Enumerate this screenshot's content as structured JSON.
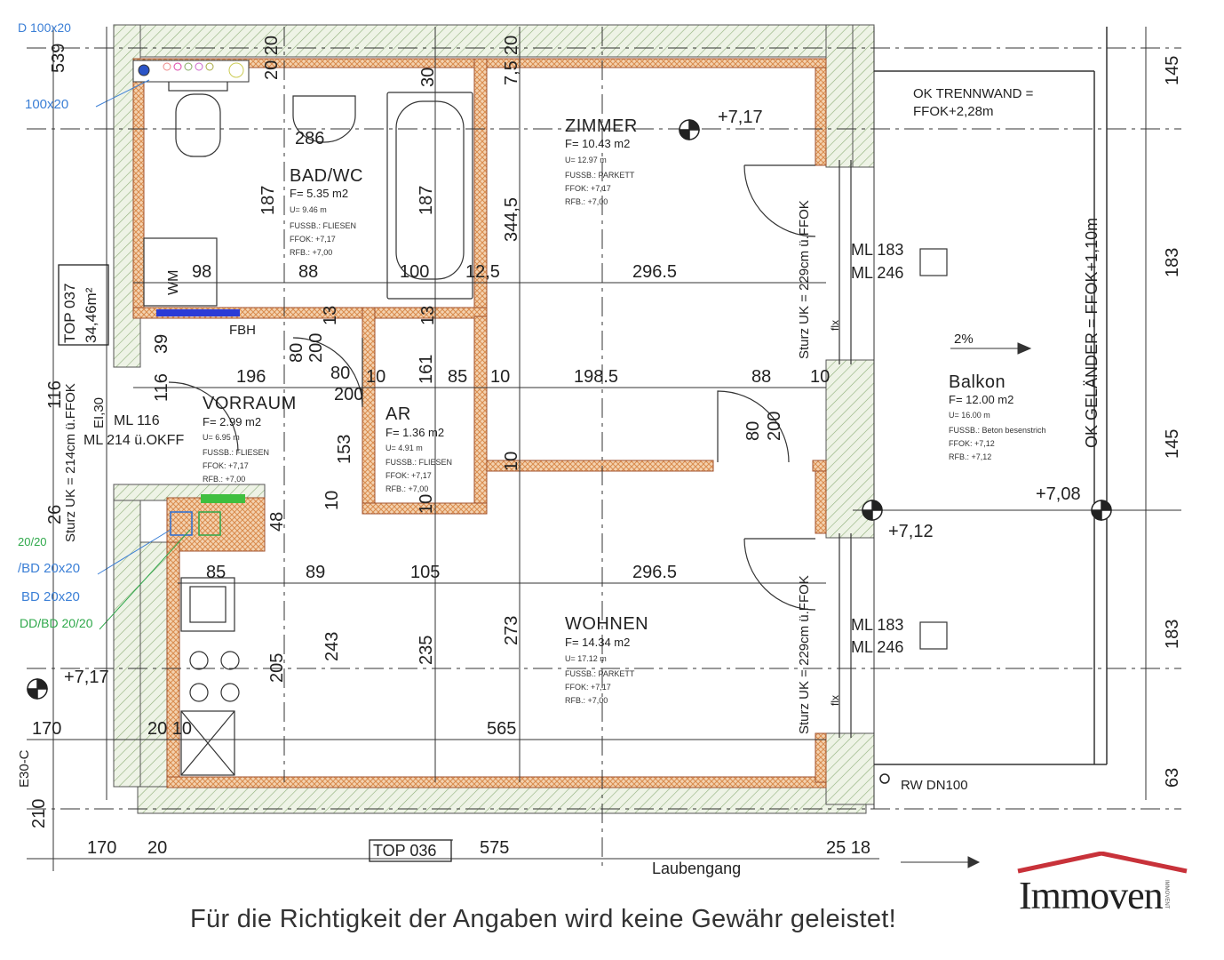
{
  "rooms": {
    "bad": {
      "name": "BAD/WC",
      "area": "F=  5.35 m2",
      "u": "U=  9.46 m",
      "floor": "FUSSB.: FLIESEN",
      "ffok": "FFOK:  +7,17",
      "rfb": "RFB.:  +7,00"
    },
    "zimmer": {
      "name": "ZIMMER",
      "area": "F=  10.43 m2",
      "u": "U=  12.97 m",
      "floor": "FUSSB.: PARKETT",
      "ffok": "FFOK:  +7,17",
      "rfb": "RFB.:  +7,00"
    },
    "vorraum": {
      "name": "VORRAUM",
      "area": "F=  2.99 m2",
      "u": "U=  6.95 m",
      "floor": "FUSSB.: FLIESEN",
      "ffok": "FFOK:  +7,17",
      "rfb": "RFB.:  +7,00"
    },
    "ar": {
      "name": "AR",
      "area": "F=  1.36 m2",
      "u": "U=  4.91 m",
      "floor": "FUSSB.: FLIESEN",
      "ffok": "FFOK:  +7,17",
      "rfb": "RFB.:  +7,00"
    },
    "wohnen": {
      "name": "WOHNEN",
      "area": "F=  14.34 m2",
      "u": "U=  17.12 m",
      "floor": "FUSSB.: PARKETT",
      "ffok": "FFOK:  +7,17",
      "rfb": "RFB.:  +7,00"
    },
    "balkon": {
      "name": "Balkon",
      "area": "F=  12.00 m2",
      "u": "U=  16.00 m",
      "floor": "FUSSB.: Beton besenstrich",
      "ffok": "FFOK:  +7,12",
      "rfb": "RFB.:  +7,12"
    }
  },
  "top037": {
    "label": "TOP 037",
    "area": "34,46m²"
  },
  "top036": {
    "label": "TOP 036"
  },
  "notes": {
    "trennwand_1": "OK TRENNWAND =",
    "trennwand_2": "FFOK+2,28m",
    "gelaender": "OK GELÄNDER = FFOK+1,10m",
    "rw": "RW DN100",
    "slope": "2%",
    "fbh": "FBH",
    "wm": "WM",
    "laubengang": "Laubengang",
    "sturz1": "Sturz UK = 229cm ü.FFOK",
    "sturz2": "Sturz UK = 229cm ü.FFOK",
    "sturz3": "Sturz UK = 214cm ü.FFOK",
    "ei30": "EI,30",
    "e30": "E30-C",
    "flx1": "flx",
    "flx2": "flx",
    "ml116": "ML 116",
    "ml214": "ML 214 ü.OKFF",
    "ml183a": "ML 183",
    "ml246a": "ML 246",
    "ml183b": "ML 183",
    "ml246b": "ML 246"
  },
  "levels": {
    "zimmer": "+7,17",
    "balkon": "+7,08",
    "door": "+7,12",
    "left": "+7,17"
  },
  "shafts": {
    "top": "D 100x20",
    "s1": "100x20",
    "s2": "20/20",
    "s3": "/BD 20x20",
    "s4": "BD 20x20",
    "s5": "DD/BD 20/20"
  },
  "dims": {
    "d539": "539",
    "d2020": "20 20",
    "d30": "30",
    "d75": "7,5",
    "d20t": "20",
    "d286": "286",
    "d187a": "187",
    "d187b": "187",
    "d3445": "344,5",
    "d98": "98",
    "d88a": "88",
    "d100": "100",
    "d125": "12,5",
    "d2965a": "296.5",
    "d13a": "13",
    "d13b": "13",
    "d39": "39",
    "d80a": "80",
    "d200a": "200",
    "d161": "161",
    "d116a": "116",
    "d116b": "116",
    "d196": "196",
    "d80b": "80",
    "d200b": "200",
    "d10a": "10",
    "d85a": "85",
    "d10b": "10",
    "d1985": "198.5",
    "d88b": "88",
    "d10c": "10",
    "d80c": "80",
    "d200c": "200",
    "d153": "153",
    "d10d": "10",
    "d10e": "10",
    "d10f": "10",
    "d26": "26",
    "d48": "48",
    "d85b": "85",
    "d89": "89",
    "d105": "105",
    "d2965b": "296.5",
    "d205": "205",
    "d243": "243",
    "d235": "235",
    "d273": "273",
    "d170a": "170",
    "d2010": "20 10",
    "d565": "565",
    "d210": "210",
    "d170b": "170",
    "d20b": "20",
    "d575": "575",
    "d2518": "25 18",
    "r145a": "145",
    "r183a": "183",
    "r145b": "145",
    "r183b": "183",
    "r63": "63"
  },
  "disclaimer": "Für die Richtigkeit der Angaben wird keine Gewähr geleistet!",
  "logo": {
    "name": "Immoven",
    "side": "IMMOVENT",
    "roof_color": "#c8323a"
  }
}
